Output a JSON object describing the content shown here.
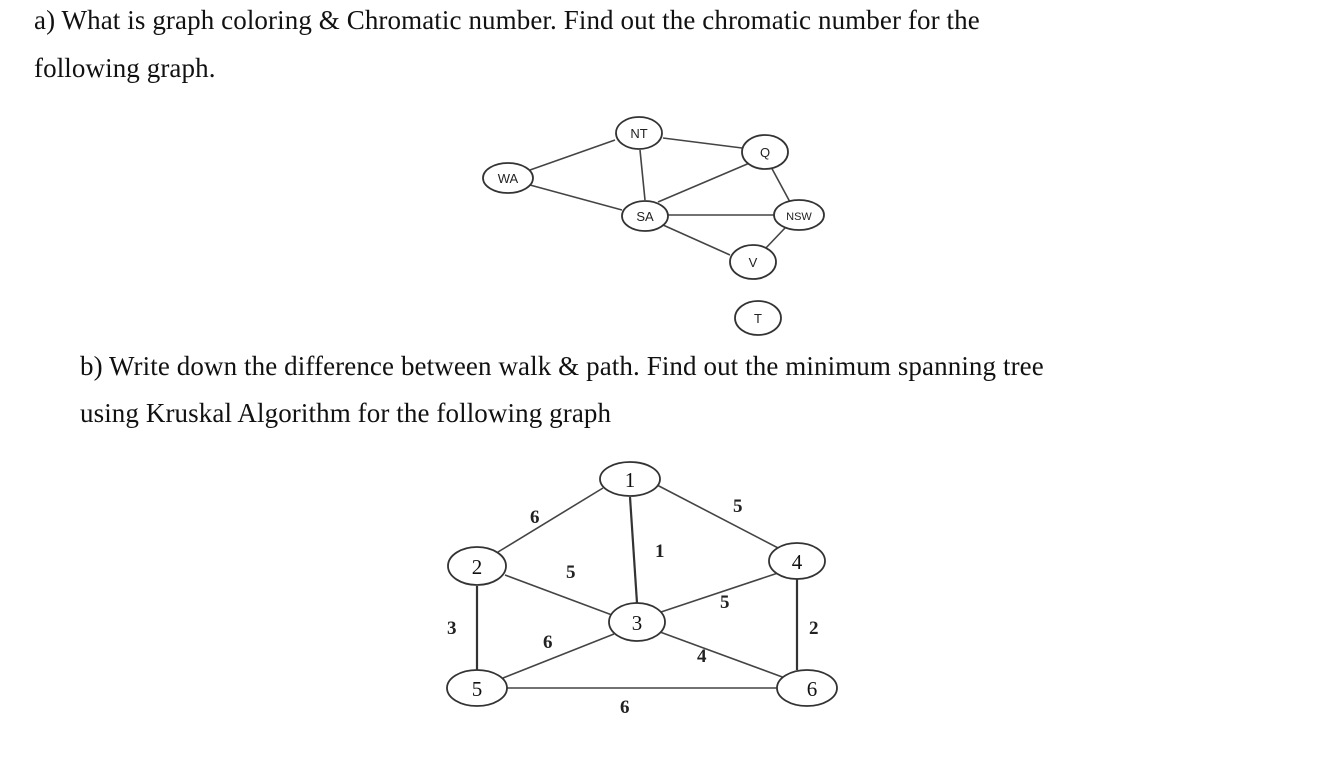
{
  "question_a": {
    "line1": "a) What is graph coloring & Chromatic number. Find out the chromatic number for the",
    "line2": "following graph."
  },
  "graph_a": {
    "nodes": [
      {
        "id": "WA",
        "label": "WA"
      },
      {
        "id": "NT",
        "label": "NT"
      },
      {
        "id": "Q",
        "label": "Q"
      },
      {
        "id": "SA",
        "label": "SA"
      },
      {
        "id": "NSW",
        "label": "NSW"
      },
      {
        "id": "V",
        "label": "V"
      },
      {
        "id": "T",
        "label": "T"
      }
    ],
    "edges": [
      [
        "WA",
        "NT"
      ],
      [
        "WA",
        "SA"
      ],
      [
        "NT",
        "SA"
      ],
      [
        "NT",
        "Q"
      ],
      [
        "SA",
        "Q"
      ],
      [
        "SA",
        "NSW"
      ],
      [
        "SA",
        "V"
      ],
      [
        "Q",
        "NSW"
      ],
      [
        "NSW",
        "V"
      ]
    ]
  },
  "question_b": {
    "line1": "b) Write down the difference between walk & path. Find out the minimum spanning tree",
    "line2": "using Kruskal Algorithm for the following graph"
  },
  "graph_b": {
    "nodes": [
      {
        "id": "1",
        "label": "1"
      },
      {
        "id": "2",
        "label": "2"
      },
      {
        "id": "3",
        "label": "3"
      },
      {
        "id": "4",
        "label": "4"
      },
      {
        "id": "5",
        "label": "5"
      },
      {
        "id": "6",
        "label": "6"
      }
    ],
    "edges": [
      {
        "from": "1",
        "to": "2",
        "weight": "6"
      },
      {
        "from": "1",
        "to": "3",
        "weight": "1"
      },
      {
        "from": "1",
        "to": "4",
        "weight": "5"
      },
      {
        "from": "2",
        "to": "3",
        "weight": "5"
      },
      {
        "from": "2",
        "to": "5",
        "weight": "3"
      },
      {
        "from": "3",
        "to": "4",
        "weight": "5"
      },
      {
        "from": "3",
        "to": "5",
        "weight": "6"
      },
      {
        "from": "3",
        "to": "6",
        "weight": "4"
      },
      {
        "from": "4",
        "to": "6",
        "weight": "2"
      },
      {
        "from": "5",
        "to": "6",
        "weight": "6"
      }
    ]
  }
}
